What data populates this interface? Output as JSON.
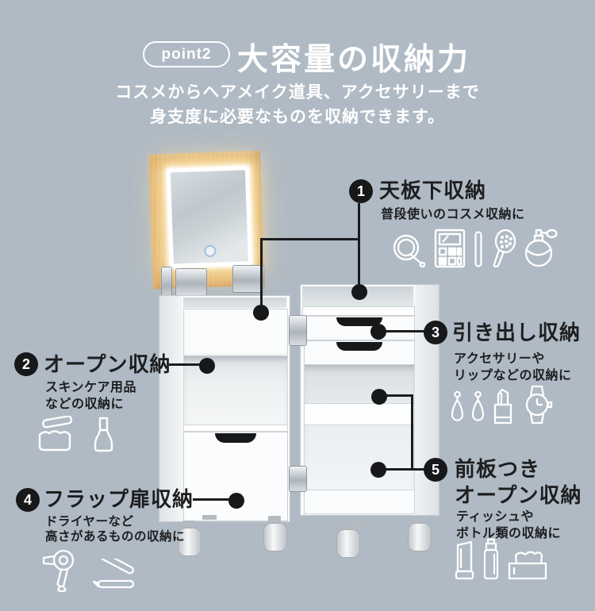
{
  "colors": {
    "background": "#afbac4",
    "text_dark": "#1d1e20",
    "marker_black": "#17181a",
    "white": "#ffffff",
    "wood": "#dcab64",
    "led_glow": "#ffe9b4",
    "touch_button_ring": "#9cc3e4"
  },
  "header": {
    "badge": "point2",
    "title": "大容量の収納力",
    "subtitle_line1": "コスメからヘアメイク道具、アクセサリーまで",
    "subtitle_line2": "身支度に必要なものを収納できます。"
  },
  "callouts": [
    {
      "number": "1",
      "title_lines": [
        "天板下収納"
      ],
      "desc_lines": [
        "普段使いのコスメ収納に"
      ],
      "icons": [
        "compact-mirror",
        "makeup-palette",
        "cotton-swab",
        "hair-brush",
        "perfume-bottle"
      ]
    },
    {
      "number": "2",
      "title_lines": [
        "オープン収納"
      ],
      "desc_lines": [
        "スキンケア用品",
        "などの収納に"
      ],
      "icons": [
        "cream-jar",
        "nail-polish"
      ]
    },
    {
      "number": "3",
      "title_lines": [
        "引き出し収納"
      ],
      "desc_lines": [
        "アクセサリーや",
        "リップなどの収納に"
      ],
      "icons": [
        "earring",
        "earring",
        "lipstick",
        "wristwatch"
      ]
    },
    {
      "number": "4",
      "title_lines": [
        "フラップ扉収納"
      ],
      "desc_lines": [
        "ドライヤーなど",
        "高さがあるものの収納に"
      ],
      "icons": [
        "hair-dryer",
        "hair-iron"
      ]
    },
    {
      "number": "5",
      "title_lines": [
        "前板つき",
        "オープン収納"
      ],
      "desc_lines": [
        "ティッシュや",
        "ボトル類の収納に"
      ],
      "icons": [
        "cosmetic-tube",
        "spray-bottle",
        "tissue-box"
      ]
    }
  ]
}
